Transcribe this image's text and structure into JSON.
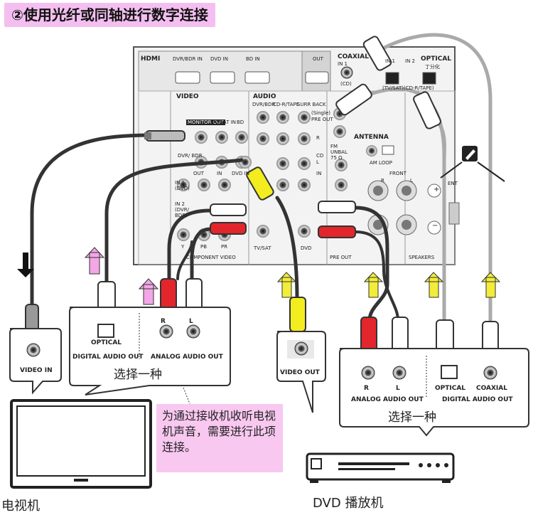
{
  "title": "②使用光纤或同轴进行数字连接",
  "receiver": {
    "hdmi": "HDMI",
    "hdmi_inputs": [
      "DVR/BDR IN",
      "DVD IN",
      "BD IN"
    ],
    "hdmi_out": "OUT",
    "coaxial": "COAXIAL",
    "coaxial_in": "IN 1",
    "coaxial_sub": "(CD)",
    "optical": "OPTICAL",
    "optical_jp": "丁分化",
    "optical_in1": "IN 1",
    "optical_in1_sub": "(TV/SAT)",
    "optical_in2": "IN 2",
    "optical_in2_sub": "(CD-R/TAPE)",
    "video": "VIDEO",
    "monitor_out": "MONITOR OUT",
    "tv_sat_in": "TV/SAT IN",
    "bd": "BD",
    "dvr_bdr": "DVR/ BDR",
    "out": "OUT",
    "in": "IN",
    "dvd_in": "DVD IN",
    "audio": "AUDIO",
    "audio_cols": [
      "DVR/BDR",
      "CD-R/TAPE",
      "SURR BACK"
    ],
    "single": "(Single)",
    "pre_out": "PRE OUT",
    "rl": [
      "R",
      "L"
    ],
    "cd": "CD",
    "antenna": "ANTENNA",
    "fm_unbal": "FM UNBAL 75 Ω",
    "am_loop": "AM LOOP",
    "front": "FRONT",
    "in1_dvd": "IN 1 (DVD)",
    "in2_dvr": "IN 2 (DVR/ BDR)",
    "component_video": "COMPONENT VIDEO",
    "component_cols": [
      "Y",
      "PB",
      "PR"
    ],
    "tv_sat": "TV/SAT",
    "dvd": "DVD",
    "speakers": "SPEAKERS",
    "plus": "+",
    "minus": "−",
    "ent": "ENT"
  },
  "tv": {
    "video_in": "VIDEO IN",
    "optical": "OPTICAL",
    "digital_audio_out": "DIGITAL AUDIO OUT",
    "analog_audio_out": "ANALOG AUDIO OUT",
    "r": "R",
    "l": "L",
    "choose_one": "选择一种",
    "label": "电视机"
  },
  "video_out": "VIDEO OUT",
  "dvd_player": {
    "r": "R",
    "l": "L",
    "optical": "OPTICAL",
    "coaxial": "COAXIAL",
    "analog_audio_out": "ANALOG AUDIO OUT",
    "digital_audio_out": "DIGITAL AUDIO OUT",
    "choose_one": "选择一种",
    "label": "DVD 播放机"
  },
  "note": "为通过接收机收听电视机声音，需要进行此项连接。",
  "colors": {
    "title_bg": "#f4bff0",
    "note_bg": "#f8c8f0",
    "arrow_pink": "#f3a7e6",
    "arrow_yellow": "#f2ec3a",
    "plug_red": "#e3262b",
    "plug_yellow": "#f3ec1f",
    "cable_dark": "#333333",
    "cable_gray": "#9a9a9a"
  }
}
